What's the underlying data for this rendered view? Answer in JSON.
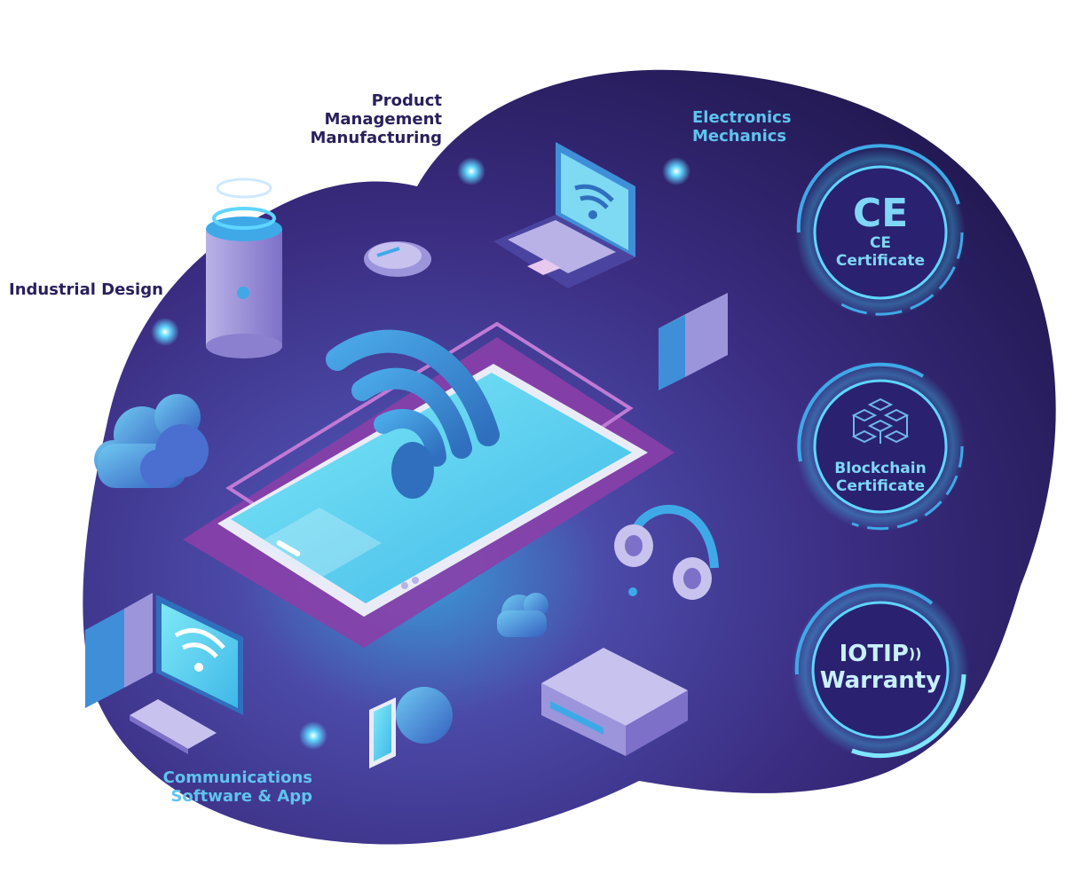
{
  "labels": {
    "industrial_design": "Industrial Design",
    "product_lines": [
      "Product",
      "Management",
      "Manufacturing"
    ],
    "electronics_lines": [
      "Electronics",
      "Mechanics"
    ],
    "communications_lines": [
      "Communications",
      "Software & App"
    ]
  },
  "badges": [
    {
      "symbol": "CE",
      "lines": [
        "CE",
        "Certificate"
      ]
    },
    {
      "symbol": "blockchain-cubes",
      "lines": [
        "Blockchain",
        "Certificate"
      ]
    },
    {
      "symbol": "",
      "lines": [
        "IOTIP",
        "Warranty"
      ],
      "wave_mark": "))"
    }
  ],
  "colors": {
    "blob_dark": "#2b1f5e",
    "blob_mid": "#4a3a8e",
    "glow_cyan": "#3fd0f5",
    "label_dark": "#2a1f5c",
    "label_light": "#5fc4ee",
    "magenta": "#8a3fa8"
  },
  "icons": [
    "cylinder-device-icon",
    "mouse-icon",
    "laptop-icon",
    "server-icon",
    "cloud-icon",
    "smartphone-icon",
    "wifi-icon",
    "headphones-icon",
    "desktop-computer-icon",
    "keyboard-icon",
    "tablet-icon",
    "router-box-icon",
    "small-cloud-icon"
  ]
}
